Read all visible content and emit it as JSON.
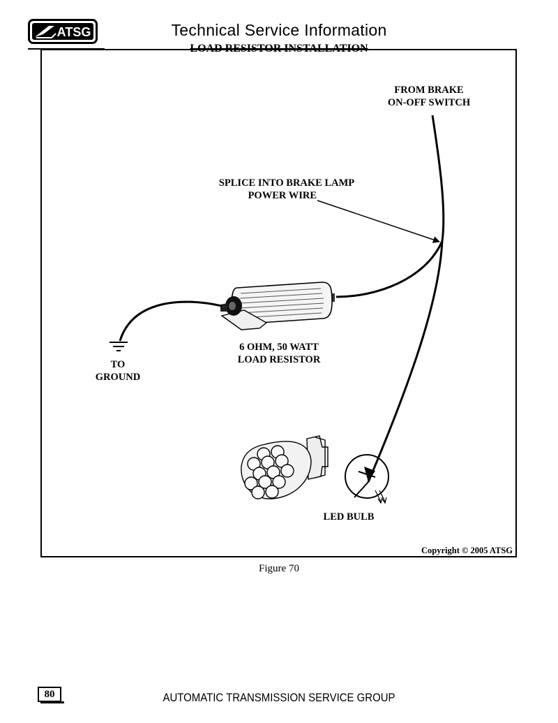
{
  "header": {
    "logo_text": "ATSG",
    "title": "Technical Service Information",
    "subtitle": "LOAD RESISTOR INSTALLATION"
  },
  "diagram": {
    "labels": {
      "from_brake_line1": "FROM BRAKE",
      "from_brake_line2": "ON-OFF SWITCH",
      "splice_line1": "SPLICE INTO BRAKE LAMP",
      "splice_line2": "POWER WIRE",
      "resistor_line1": "6 OHM, 50 WATT",
      "resistor_line2": "LOAD RESISTOR",
      "ground_line1": "TO",
      "ground_line2": "GROUND",
      "led": "LED BULB"
    },
    "copyright": "Copyright © 2005 ATSG",
    "caption": "Figure 70"
  },
  "footer": {
    "page_number": "80",
    "text": "AUTOMATIC TRANSMISSION SERVICE GROUP"
  },
  "icons": [
    "atsg-logo-icon",
    "ground-symbol-icon",
    "resistor-icon",
    "led-bulb-icon",
    "diode-symbol-icon",
    "arrow-icon"
  ]
}
